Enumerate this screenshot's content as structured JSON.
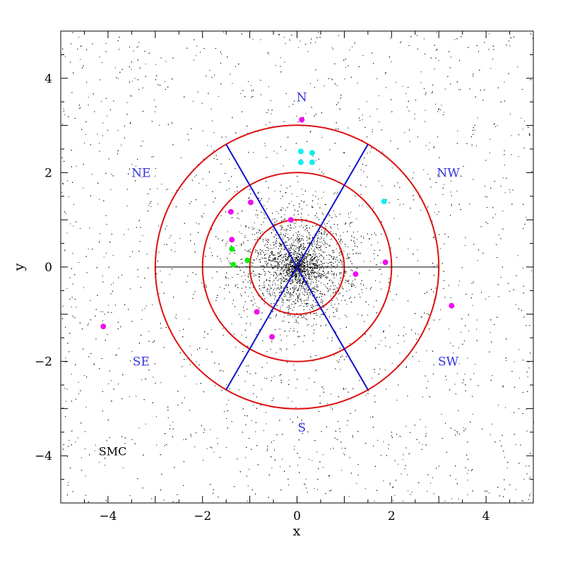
{
  "chart_data": {
    "type": "scatter",
    "xlabel": "x",
    "ylabel": "y",
    "xlim": [
      -5,
      5
    ],
    "ylim": [
      -5,
      5
    ],
    "x_ticks": [
      -4,
      -2,
      0,
      2,
      4
    ],
    "y_ticks": [
      -4,
      -2,
      0,
      2,
      4
    ],
    "x_tick_labels": [
      "−4",
      "−2",
      "0",
      "2",
      "4"
    ],
    "y_tick_labels": [
      "−4",
      "−2",
      "0",
      "2",
      "4"
    ],
    "grid": false,
    "circles": [
      {
        "radius": 1,
        "color": "#dd1111"
      },
      {
        "radius": 2,
        "color": "#dd1111"
      },
      {
        "radius": 3,
        "color": "#dd1111"
      }
    ],
    "divider_lines": [
      {
        "x1": -1.5,
        "y1": 2.6,
        "x2": 1.5,
        "y2": -2.6,
        "color": "#1111cc"
      },
      {
        "x1": 1.5,
        "y1": 2.6,
        "x2": -1.5,
        "y2": -2.6,
        "color": "#1111cc"
      },
      {
        "x1": -3,
        "y1": 0,
        "x2": 3,
        "y2": 0,
        "color": "#000000"
      }
    ],
    "region_labels": [
      {
        "text": "N",
        "x": 0.1,
        "y": 3.6
      },
      {
        "text": "NE",
        "x": -3.3,
        "y": 2.0
      },
      {
        "text": "NW",
        "x": 3.2,
        "y": 2.0
      },
      {
        "text": "SE",
        "x": -3.3,
        "y": -2.0
      },
      {
        "text": "SW",
        "x": 3.2,
        "y": -2.0
      },
      {
        "text": "S",
        "x": 0.1,
        "y": -3.4
      }
    ],
    "field_label": {
      "text": "SMC",
      "x": -3.9,
      "y": -3.9
    },
    "series": [
      {
        "color": "#ee11ee",
        "points": [
          [
            0.1,
            3.12
          ],
          [
            -1.4,
            1.17
          ],
          [
            -0.98,
            1.37
          ],
          [
            -0.13,
            1.0
          ],
          [
            -1.38,
            0.58
          ],
          [
            1.87,
            0.1
          ],
          [
            1.24,
            -0.15
          ],
          [
            -0.85,
            -0.95
          ],
          [
            -0.53,
            -1.48
          ],
          [
            3.27,
            -0.82
          ],
          [
            -4.1,
            -1.26
          ]
        ]
      },
      {
        "color": "#11eeee",
        "points": [
          [
            0.08,
            2.45
          ],
          [
            0.32,
            2.42
          ],
          [
            0.08,
            2.22
          ],
          [
            0.32,
            2.22
          ],
          [
            1.84,
            1.39
          ]
        ]
      },
      {
        "color": "#11ee11",
        "points": [
          [
            -1.38,
            0.38
          ],
          [
            -1.35,
            0.05
          ],
          [
            -1.05,
            0.14
          ]
        ]
      }
    ],
    "background_points": {
      "description_free": true,
      "count": 9000,
      "color": "#000000"
    }
  }
}
